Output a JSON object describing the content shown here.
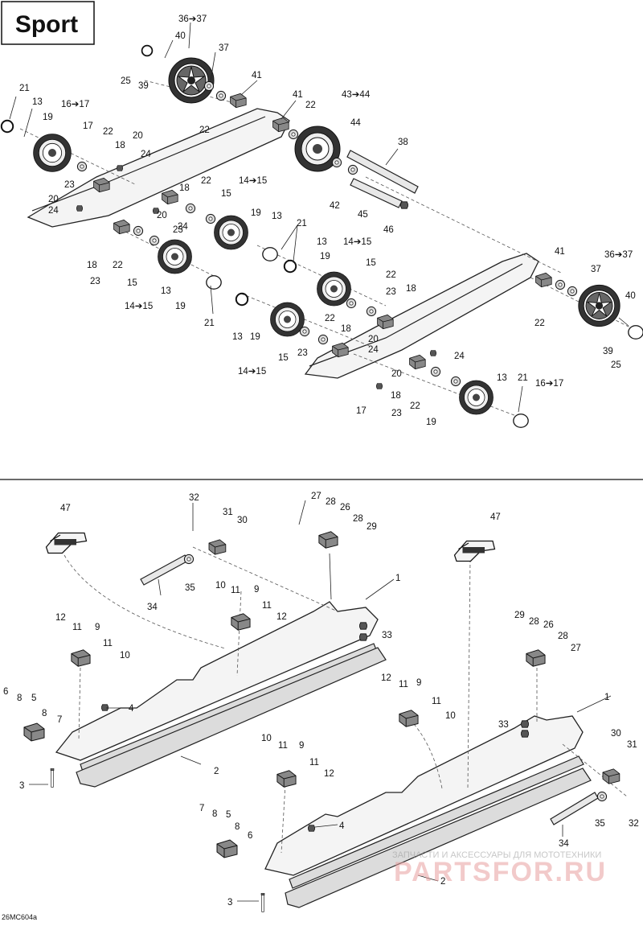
{
  "badge": "Sport",
  "code": "26MC604a",
  "watermark_top": "ЗАПЧАСТИ И АКСЕССУАРЫ ДЛЯ МОТОТЕХНИКИ",
  "watermark_brand": "PARTSFOR.RU",
  "callouts_top": [
    {
      "id": "t01",
      "text": "36➔37"
    },
    {
      "id": "t02",
      "text": "40"
    },
    {
      "id": "t03",
      "text": "37"
    },
    {
      "id": "t04",
      "text": "25"
    },
    {
      "id": "t05",
      "text": "39"
    },
    {
      "id": "t06",
      "text": "41"
    },
    {
      "id": "t07",
      "text": "21"
    },
    {
      "id": "t08",
      "text": "13"
    },
    {
      "id": "t09",
      "text": "16➔17"
    },
    {
      "id": "t10",
      "text": "19"
    },
    {
      "id": "t11",
      "text": "41"
    },
    {
      "id": "t12",
      "text": "43➔44"
    },
    {
      "id": "t13",
      "text": "22"
    },
    {
      "id": "t14",
      "text": "22"
    },
    {
      "id": "t15",
      "text": "17"
    },
    {
      "id": "t16",
      "text": "22"
    },
    {
      "id": "t17",
      "text": "20"
    },
    {
      "id": "t18",
      "text": "18"
    },
    {
      "id": "t19",
      "text": "24"
    },
    {
      "id": "t20",
      "text": "44"
    },
    {
      "id": "t21",
      "text": "38"
    },
    {
      "id": "t22",
      "text": "23"
    },
    {
      "id": "t23",
      "text": "14➔15"
    },
    {
      "id": "t24",
      "text": "18"
    },
    {
      "id": "t25",
      "text": "22"
    },
    {
      "id": "t26",
      "text": "20"
    },
    {
      "id": "t27",
      "text": "24"
    },
    {
      "id": "t28",
      "text": "20"
    },
    {
      "id": "t29",
      "text": "15"
    },
    {
      "id": "t30",
      "text": "42"
    },
    {
      "id": "t31",
      "text": "45"
    },
    {
      "id": "t32",
      "text": "19"
    },
    {
      "id": "t33",
      "text": "13"
    },
    {
      "id": "t34",
      "text": "23"
    },
    {
      "id": "t35",
      "text": "21"
    },
    {
      "id": "t36",
      "text": "46"
    },
    {
      "id": "t37",
      "text": "24"
    },
    {
      "id": "t38",
      "text": "13"
    },
    {
      "id": "t39",
      "text": "14➔15"
    },
    {
      "id": "t40",
      "text": "18"
    },
    {
      "id": "t41",
      "text": "22"
    },
    {
      "id": "t42",
      "text": "19"
    },
    {
      "id": "t43",
      "text": "15"
    },
    {
      "id": "t44",
      "text": "23"
    },
    {
      "id": "t45",
      "text": "15"
    },
    {
      "id": "t46",
      "text": "22"
    },
    {
      "id": "t47",
      "text": "14➔15"
    },
    {
      "id": "t48",
      "text": "13"
    },
    {
      "id": "t49",
      "text": "19"
    },
    {
      "id": "t50",
      "text": "23"
    },
    {
      "id": "t51",
      "text": "18"
    },
    {
      "id": "t52",
      "text": "41"
    },
    {
      "id": "t53",
      "text": "36➔37"
    },
    {
      "id": "t54",
      "text": "37"
    },
    {
      "id": "t55",
      "text": "21"
    },
    {
      "id": "t56",
      "text": "22"
    },
    {
      "id": "t57",
      "text": "40"
    },
    {
      "id": "t58",
      "text": "13"
    },
    {
      "id": "t59",
      "text": "19"
    },
    {
      "id": "t60",
      "text": "18"
    },
    {
      "id": "t61",
      "text": "22"
    },
    {
      "id": "t62",
      "text": "20"
    },
    {
      "id": "t63",
      "text": "24"
    },
    {
      "id": "t64",
      "text": "39"
    },
    {
      "id": "t65",
      "text": "15"
    },
    {
      "id": "t66",
      "text": "23"
    },
    {
      "id": "t67",
      "text": "14➔15"
    },
    {
      "id": "t68",
      "text": "25"
    },
    {
      "id": "t69",
      "text": "20"
    },
    {
      "id": "t70",
      "text": "18"
    },
    {
      "id": "t71",
      "text": "24"
    },
    {
      "id": "t72",
      "text": "22"
    },
    {
      "id": "t73",
      "text": "23"
    },
    {
      "id": "t74",
      "text": "17"
    },
    {
      "id": "t75",
      "text": "19"
    },
    {
      "id": "t76",
      "text": "13"
    },
    {
      "id": "t77",
      "text": "21"
    },
    {
      "id": "t78",
      "text": "16➔17"
    }
  ],
  "callouts_bottom": [
    {
      "id": "b01",
      "text": "32"
    },
    {
      "id": "b02",
      "text": "27"
    },
    {
      "id": "b03",
      "text": "28"
    },
    {
      "id": "b04",
      "text": "26"
    },
    {
      "id": "b05",
      "text": "47"
    },
    {
      "id": "b06",
      "text": "31"
    },
    {
      "id": "b07",
      "text": "30"
    },
    {
      "id": "b08",
      "text": "28"
    },
    {
      "id": "b09",
      "text": "29"
    },
    {
      "id": "b10",
      "text": "47"
    },
    {
      "id": "b11",
      "text": "35"
    },
    {
      "id": "b12",
      "text": "1"
    },
    {
      "id": "b13",
      "text": "34"
    },
    {
      "id": "b14",
      "text": "10"
    },
    {
      "id": "b15",
      "text": "11"
    },
    {
      "id": "b16",
      "text": "9"
    },
    {
      "id": "b17",
      "text": "11"
    },
    {
      "id": "b18",
      "text": "12"
    },
    {
      "id": "b19",
      "text": "33"
    },
    {
      "id": "b20",
      "text": "12"
    },
    {
      "id": "b21",
      "text": "11"
    },
    {
      "id": "b22",
      "text": "9"
    },
    {
      "id": "b23",
      "text": "29"
    },
    {
      "id": "b24",
      "text": "28"
    },
    {
      "id": "b25",
      "text": "26"
    },
    {
      "id": "b26",
      "text": "11"
    },
    {
      "id": "b27",
      "text": "28"
    },
    {
      "id": "b28",
      "text": "10"
    },
    {
      "id": "b29",
      "text": "27"
    },
    {
      "id": "b30",
      "text": "12"
    },
    {
      "id": "b31",
      "text": "11"
    },
    {
      "id": "b32",
      "text": "9"
    },
    {
      "id": "b33",
      "text": "6"
    },
    {
      "id": "b34",
      "text": "8"
    },
    {
      "id": "b35",
      "text": "5"
    },
    {
      "id": "b36",
      "text": "4"
    },
    {
      "id": "b37",
      "text": "11"
    },
    {
      "id": "b38",
      "text": "1"
    },
    {
      "id": "b39",
      "text": "8"
    },
    {
      "id": "b40",
      "text": "10"
    },
    {
      "id": "b41",
      "text": "7"
    },
    {
      "id": "b42",
      "text": "33"
    },
    {
      "id": "b43",
      "text": "3"
    },
    {
      "id": "b44",
      "text": "2"
    },
    {
      "id": "b45",
      "text": "10"
    },
    {
      "id": "b46",
      "text": "11"
    },
    {
      "id": "b47",
      "text": "9"
    },
    {
      "id": "b48",
      "text": "30"
    },
    {
      "id": "b49",
      "text": "31"
    },
    {
      "id": "b50",
      "text": "11"
    },
    {
      "id": "b51",
      "text": "12"
    },
    {
      "id": "b52",
      "text": "7"
    },
    {
      "id": "b53",
      "text": "8"
    },
    {
      "id": "b54",
      "text": "5"
    },
    {
      "id": "b55",
      "text": "35"
    },
    {
      "id": "b56",
      "text": "32"
    },
    {
      "id": "b57",
      "text": "8"
    },
    {
      "id": "b58",
      "text": "6"
    },
    {
      "id": "b59",
      "text": "4"
    },
    {
      "id": "b60",
      "text": "34"
    },
    {
      "id": "b61",
      "text": "3"
    },
    {
      "id": "b62",
      "text": "2"
    }
  ]
}
